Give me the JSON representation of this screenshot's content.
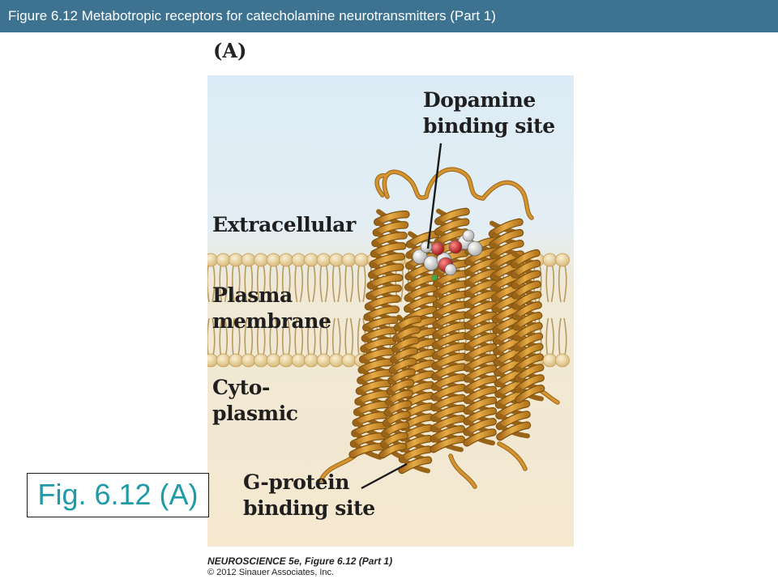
{
  "slide": {
    "title": "Figure 6.12  Metabotropic receptors for catecholamine neurotransmitters (Part 1)",
    "panel_label": "(A)",
    "tag": "Fig. 6.12 (A)",
    "credit_line1": "NEUROSCIENCE 5e, Figure 6.12 (Part 1)",
    "credit_line2": "© 2012 Sinauer Associates, Inc."
  },
  "labels": {
    "dopamine_line1": "Dopamine",
    "dopamine_line2": "binding site",
    "extracellular": "Extracellular",
    "plasma_line1": "Plasma",
    "plasma_line2": "membrane",
    "cyto_line1": "Cyto-",
    "cyto_line2": "plasmic",
    "gprotein_line1": "G-protein",
    "gprotein_line2": "binding site"
  },
  "colors": {
    "title_bar": "#3d7290",
    "tag_text": "#1e9aa8",
    "helix": "#d49430",
    "helix_dark": "#9a6418",
    "extracellular_bg": "#dcebf5",
    "cytoplasm_bg": "#f3e7cf",
    "lipid_head": "#e7c98a",
    "lipid_tail": "#b89a5e"
  }
}
